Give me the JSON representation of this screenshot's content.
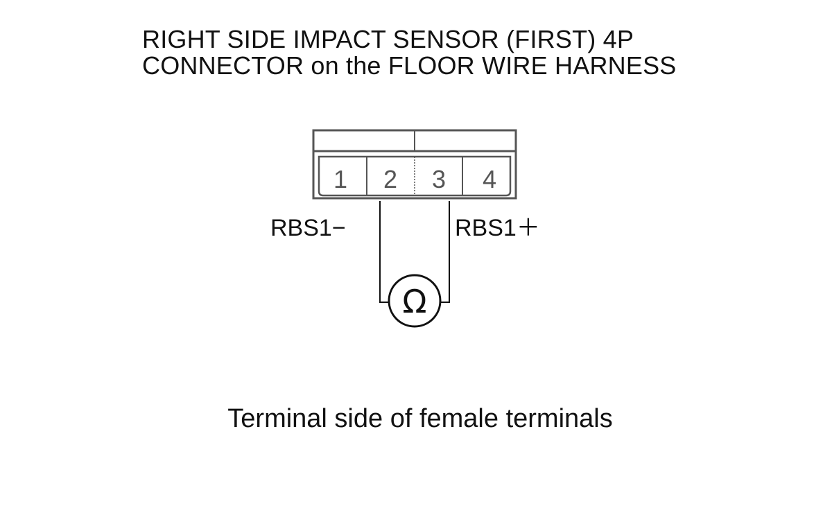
{
  "title": {
    "line1": "RIGHT SIDE IMPACT SENSOR (FIRST) 4P",
    "line2": "CONNECTOR on the FLOOR WIRE HARNESS"
  },
  "connector": {
    "pins": [
      "1",
      "2",
      "3",
      "4"
    ]
  },
  "wires": {
    "left_label": "RBS1−",
    "right_label": "RBS1＋"
  },
  "meter": {
    "symbol": "Ω",
    "icon": "ohmmeter-icon"
  },
  "caption": "Terminal side of female terminals",
  "colors": {
    "line": "#111111",
    "connector_line": "#555555"
  }
}
